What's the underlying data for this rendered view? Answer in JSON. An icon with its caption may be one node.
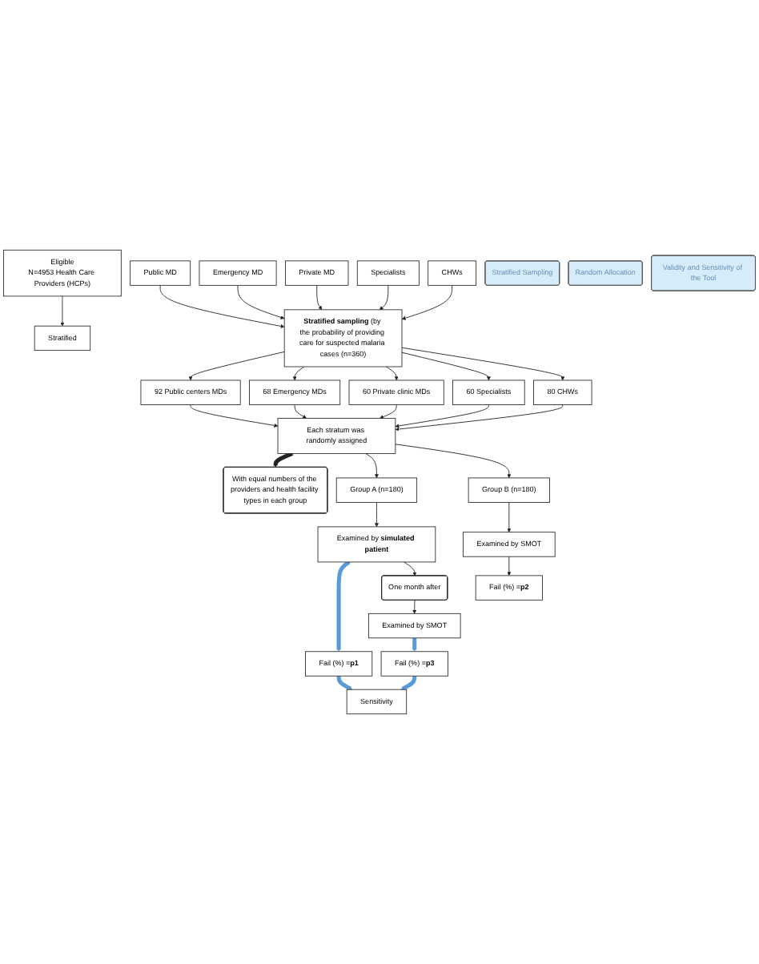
{
  "diagram": {
    "nodes": [
      {
        "text": [
          "Eligible",
          "N=4953 Health Care Providers (HCPs)"
        ]
      },
      {
        "text": [
          "Stratified"
        ]
      },
      {
        "text": [
          "Public MD"
        ]
      },
      {
        "text": [
          "Emergency MD"
        ]
      },
      {
        "text": [
          "Private MD"
        ]
      },
      {
        "text": [
          "Specialists"
        ]
      },
      {
        "text": [
          "CHWs"
        ]
      },
      {
        "text": [
          "**Stratified sampling** (by the probability of providing care for suspected malaria cases (n=360)"
        ]
      },
      {
        "text": [
          "92 Public centers MDs"
        ]
      },
      {
        "text": [
          "68 Emergency MDs"
        ]
      },
      {
        "text": [
          "60 Private clinic MDs"
        ]
      },
      {
        "text": [
          "60 Specialists"
        ]
      },
      {
        "text": [
          "80 CHWs"
        ]
      },
      {
        "text": [
          "Each stratum was randomly assigned"
        ]
      },
      {
        "text": [
          "With equal numbers of the providers and health facility types in each group"
        ]
      },
      {
        "text": [
          "Group A (n=180)"
        ]
      },
      {
        "text": [
          "Group B (n=180)"
        ]
      },
      {
        "text": [
          "Examined by **simulated patient**"
        ]
      },
      {
        "text": [
          "Fail (%) =**p1**"
        ]
      },
      {
        "text": [
          "Examined by SMOT"
        ]
      },
      {
        "text": [
          "Sensitivity"
        ]
      },
      {
        "text": [
          "One month after"
        ]
      },
      {
        "text": [
          "Fail (%) =**p2**"
        ]
      },
      {
        "text": [
          "Examined by SMOT"
        ]
      },
      {
        "text": [
          "Fail (%) =**p3**"
        ]
      },
      {
        "text": [
          "Stratified Sampling"
        ]
      },
      {
        "text": [
          "Random Allocation"
        ]
      },
      {
        "text": [
          "Validity and Sensitivity of the Tool"
        ]
      }
    ],
    "edges": [
      {
        "from": 0,
        "to": 1,
        "arrow": "to"
      },
      {
        "from": 2,
        "to": 7,
        "arrow": "to"
      },
      {
        "from": 3,
        "to": 7,
        "arrow": "to"
      },
      {
        "from": 4,
        "to": 7,
        "arrow": "to"
      },
      {
        "from": 5,
        "to": 7,
        "arrow": "to"
      },
      {
        "from": 6,
        "to": 7,
        "arrow": "to"
      },
      {
        "from": 7,
        "to": 8,
        "arrow": "to"
      },
      {
        "from": 7,
        "to": 9,
        "arrow": "to"
      },
      {
        "from": 7,
        "to": 10,
        "arrow": "to"
      },
      {
        "from": 7,
        "to": 11,
        "arrow": "to"
      },
      {
        "from": 7,
        "to": 12,
        "arrow": "to"
      },
      {
        "from": 8,
        "to": 13,
        "arrow": "to"
      },
      {
        "from": 9,
        "to": 13,
        "arrow": "to"
      },
      {
        "from": 10,
        "to": 13,
        "arrow": "to"
      },
      {
        "from": 11,
        "to": 13,
        "arrow": "to"
      },
      {
        "from": 12,
        "to": 13,
        "arrow": "to"
      },
      {
        "from": 13,
        "to": 14,
        "arrow": "to",
        "style": "thick"
      },
      {
        "from": 13,
        "to": 15,
        "arrow": "to"
      },
      {
        "from": 13,
        "to": 16,
        "arrow": "to"
      },
      {
        "from": 15,
        "to": 17,
        "arrow": "to"
      },
      {
        "from": 16,
        "to": 19,
        "arrow": "to"
      },
      {
        "from": 17,
        "to": 18,
        "arrow": "to",
        "style": "thick",
        "color": "#5b9bd5"
      },
      {
        "from": 17,
        "to": 21,
        "arrow": "to"
      },
      {
        "from": 18,
        "to": 20,
        "arrow": "to",
        "style": "thick",
        "color": "#5b9bd5"
      },
      {
        "from": 19,
        "to": 22,
        "arrow": "to"
      },
      {
        "from": 21,
        "to": 23,
        "arrow": "to"
      },
      {
        "from": 23,
        "to": 24,
        "arrow": "to",
        "style": "thick",
        "color": "#5b9bd5"
      },
      {
        "from": 24,
        "to": 20,
        "arrow": "to",
        "style": "thick",
        "color": "#5b9bd5"
      }
    ]
  }
}
